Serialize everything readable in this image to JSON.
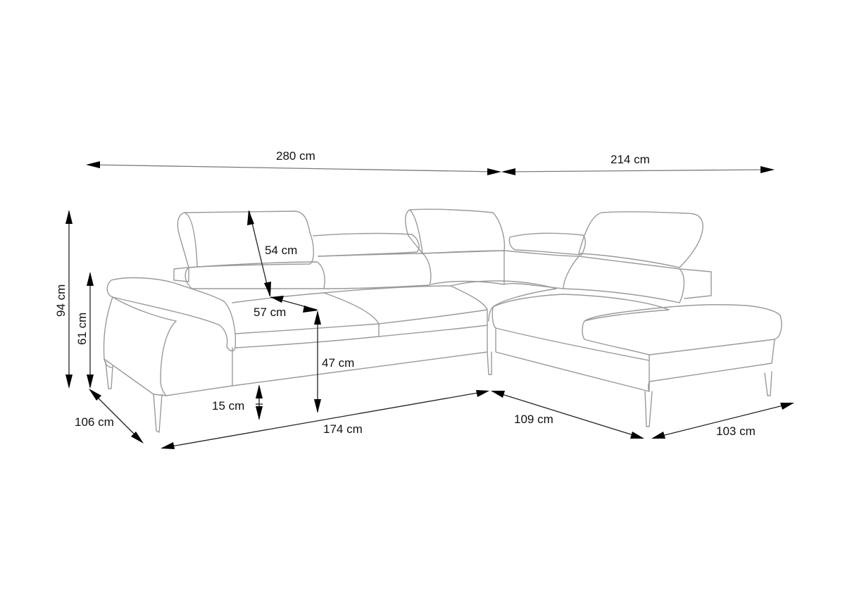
{
  "diagram": {
    "subject": "corner-sofa-dimensions",
    "unit": "cm",
    "colors": {
      "outline": "#9a9a9a",
      "dimension_line": "#222222",
      "arrowhead": "#000000",
      "background": "#ffffff"
    },
    "dimensions": {
      "total_width_left": {
        "value": 280,
        "label": "280 cm"
      },
      "total_width_right": {
        "value": 214,
        "label": "214 cm"
      },
      "total_height": {
        "value": 94,
        "label": "94 cm"
      },
      "armrest_height": {
        "value": 61,
        "label": "61 cm"
      },
      "headrest_height": {
        "value": 54,
        "label": "54 cm"
      },
      "seat_depth": {
        "value": 57,
        "label": "57 cm"
      },
      "seat_height": {
        "value": 47,
        "label": "47 cm"
      },
      "leg_height": {
        "value": 15,
        "label": "15 cm"
      },
      "depth": {
        "value": 106,
        "label": "106 cm"
      },
      "front_length_left": {
        "value": 174,
        "label": "174 cm"
      },
      "front_length_corner": {
        "value": 109,
        "label": "109 cm"
      },
      "chaise_width": {
        "value": 103,
        "label": "103 cm"
      }
    }
  }
}
